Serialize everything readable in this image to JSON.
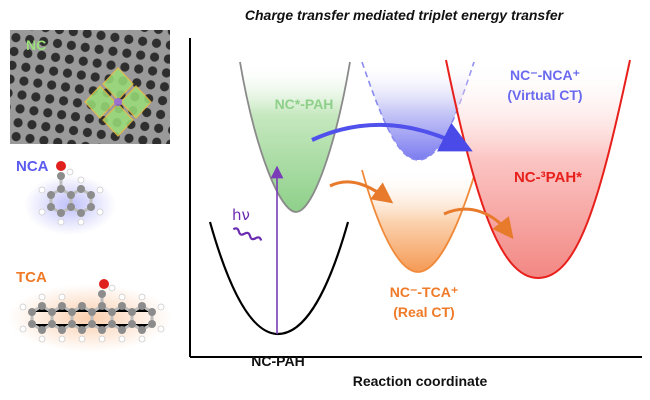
{
  "title": "Charge transfer mediated triplet energy transfer",
  "axis": {
    "x_label": "Reaction coordinate"
  },
  "left_panel": {
    "nc_label": "NC",
    "nca_label": "NCA",
    "tca_label": "TCA"
  },
  "states": {
    "ground": "NC-PAH",
    "excited": "NC*-PAH",
    "virtual_ct_line1": "NC⁻-NCA⁺",
    "virtual_ct_line2": "(Virtual CT)",
    "real_ct_line1": "NC⁻-TCA⁺",
    "real_ct_line2": "(Real CT)",
    "triplet": "NC-³PAH*"
  },
  "excitation_label": "hν",
  "colors": {
    "excited": "#8ed08a",
    "virtual_ct": "#6a6af0",
    "real_ct": "#f08a3a",
    "triplet": "#e8201c",
    "excitation": "#7a3cb8",
    "nc_label": "#9be07a"
  },
  "icons": [
    "tem-lattice-image",
    "nca-molecule-icon",
    "tca-molecule-icon",
    "photon-wave-icon"
  ]
}
